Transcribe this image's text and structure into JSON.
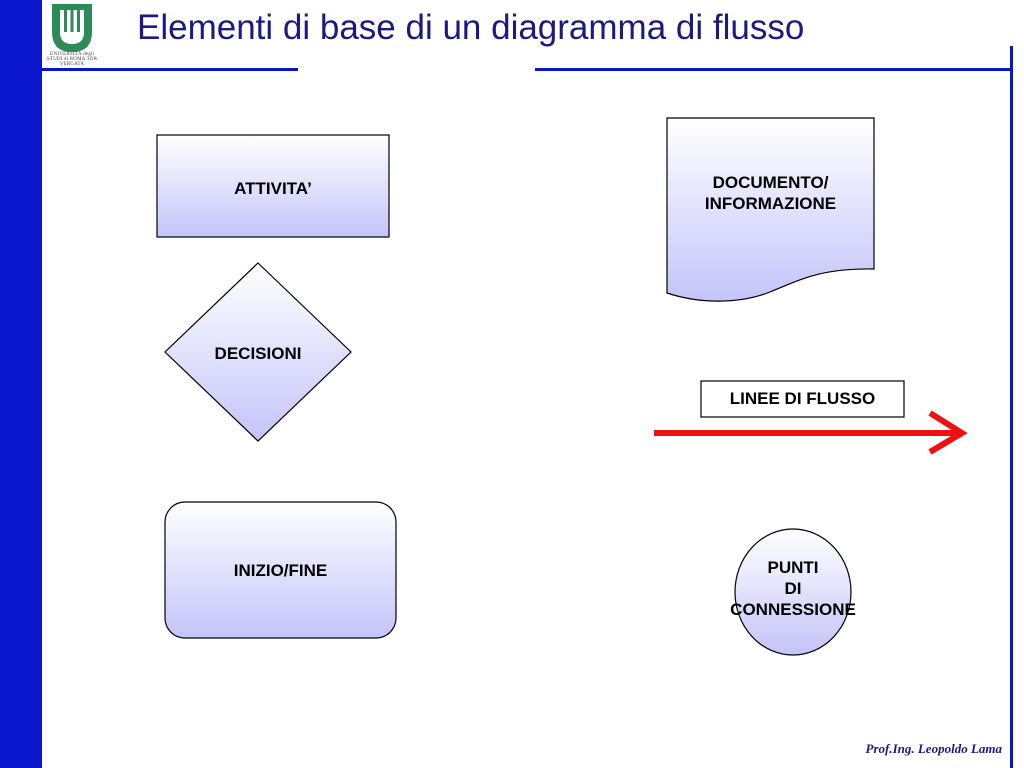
{
  "slide": {
    "title": "Elementi di base di un diagramma di flusso",
    "footer": "Prof.Ing. Leopoldo Lama",
    "logo_caption": "UNIVERSITÀ degli STUDI di ROMA TOR VERGATA"
  },
  "shapes": {
    "activity": "ATTIVITA’",
    "decision": "DECISIONI",
    "terminal": "INIZIO/FINE",
    "document": "DOCUMENTO/\nINFORMAZIONE",
    "flow_lines": "LINEE DI FLUSSO",
    "connector": "PUNTI\nDI\nCONNESSIONE"
  },
  "colors": {
    "accent_blue": "#0a16cc",
    "shape_fill_top": "#ffffff",
    "shape_fill_bottom": "#c4c4fa",
    "arrow_red": "#ee1111",
    "logo_green": "#2e8b57"
  }
}
